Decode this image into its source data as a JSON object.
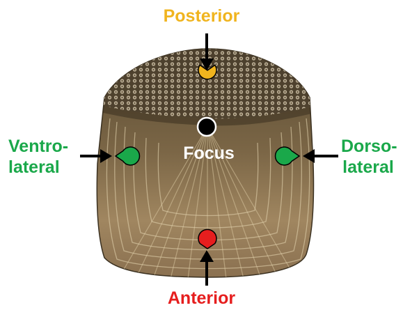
{
  "labels": {
    "posterior": "Posterior",
    "anterior": "Anterior",
    "ventrolateral_line1": "Ventro-",
    "ventrolateral_line2": "lateral",
    "dorsolateral_line1": "Dorso-",
    "dorsolateral_line2": "lateral",
    "focus": "Focus"
  },
  "colors": {
    "posterior": "#f0b41e",
    "anterior": "#e61e1e",
    "lateral": "#1aa84a",
    "focus": "#000000",
    "arrow": "#000000"
  }
}
